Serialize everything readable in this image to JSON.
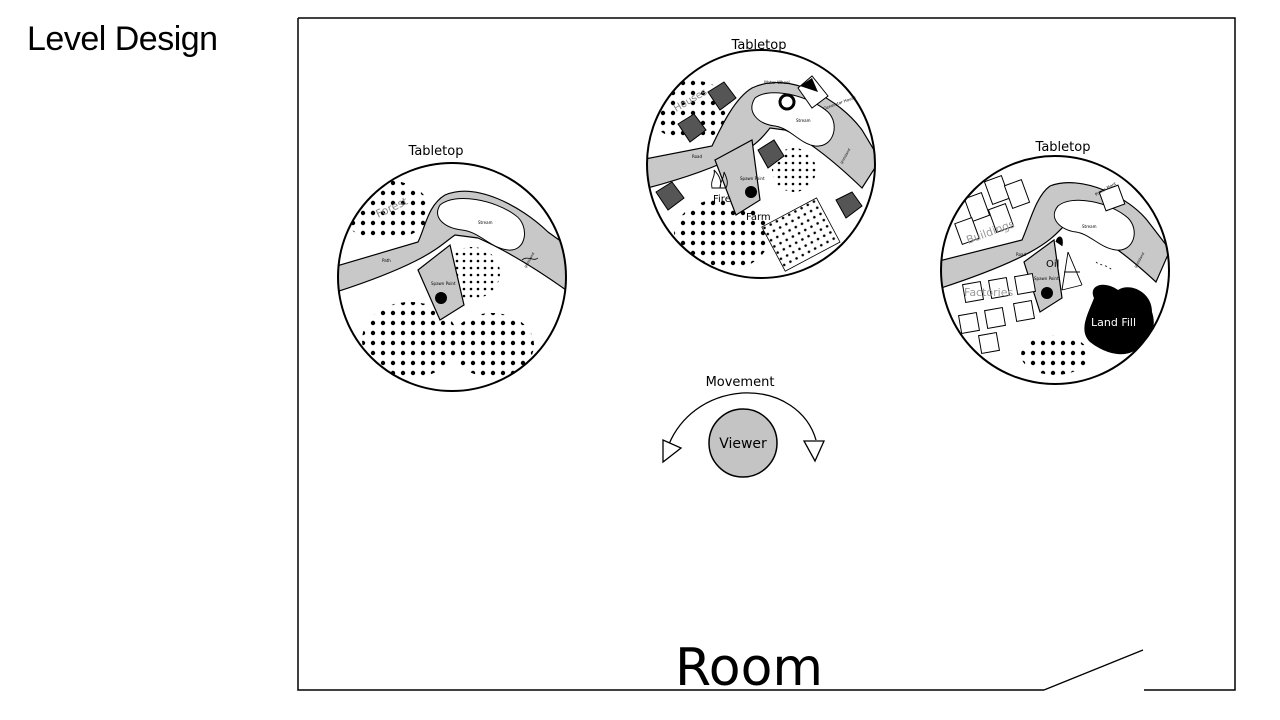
{
  "slide": {
    "title": "Level Design"
  },
  "room": {
    "label": "Room"
  },
  "tabletops": [
    {
      "title": "Tabletop",
      "areas": [
        "Forest"
      ],
      "spawn": "Spawn Point",
      "path": "Path",
      "water": "Stream",
      "ground": "grassland"
    },
    {
      "title": "Tabletop",
      "areas": [
        "Houses",
        "Fire",
        "Farm",
        "Water Wheel",
        "Generator House"
      ],
      "spawn": "Spawn Point",
      "path": "Road",
      "water": "Stream",
      "ground": "grassland"
    },
    {
      "title": "Tabletop",
      "areas": [
        "Buildings",
        "Oil",
        "Factories",
        "Land Fill",
        "Power Plant"
      ],
      "spawn": "Spawn Point",
      "path": "Road",
      "water": "Stream",
      "ground": "grassland"
    }
  ],
  "viewer": {
    "movement_label": "Movement",
    "label": "Viewer"
  },
  "colors": {
    "ink": "#000000",
    "river": "#c8c8c8",
    "viewer_fill": "#c4c4c4",
    "background": "#ffffff"
  }
}
